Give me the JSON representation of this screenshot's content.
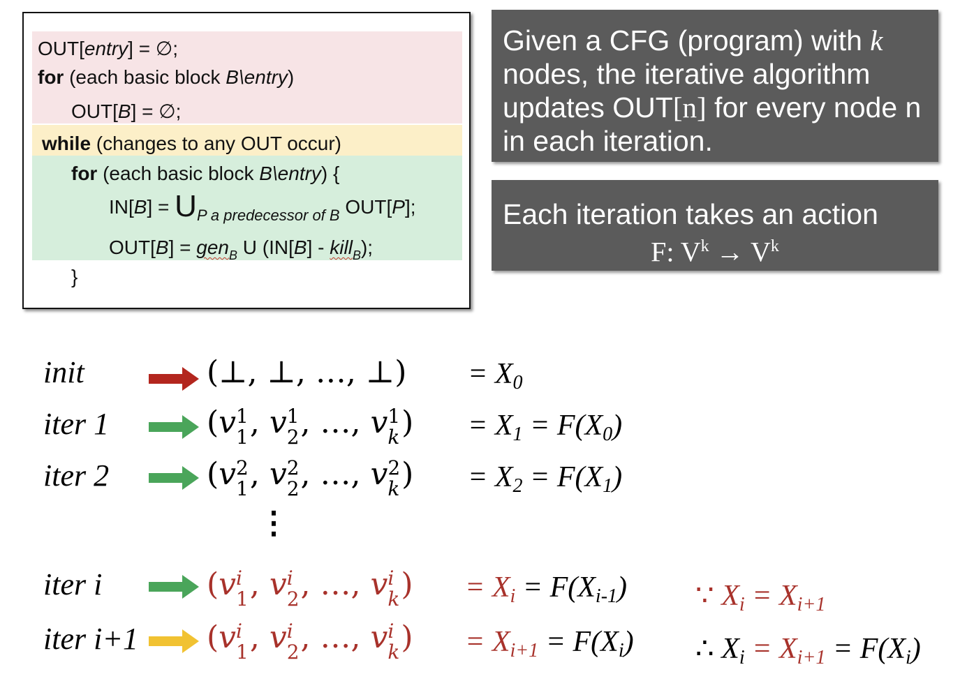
{
  "code": {
    "line1": {
      "a": "OUT[",
      "b": "entry",
      "c": "] = ∅;"
    },
    "line2": {
      "kw": "for",
      "a": " (each basic block ",
      "b": "B\\entry",
      "c": ")"
    },
    "line3": {
      "a": "OUT[",
      "b": "B",
      "c": "] = ∅;"
    },
    "line4": {
      "kw": "while",
      "a": " (changes to any OUT occur)"
    },
    "line5": {
      "kw": "for",
      "a": " (each basic block ",
      "b": "B\\entry",
      "c": ") {"
    },
    "line6": {
      "a": "IN[",
      "b": "B",
      "c": "] = ",
      "union": "U",
      "sub": "P a predecessor of B",
      "d": " OUT[",
      "e": "P",
      "f": "];"
    },
    "line7": {
      "a": "OUT[",
      "b": "B",
      "c": "] = ",
      "gen": "gen",
      "gen_sub": "B",
      "d": " U (IN[",
      "e": "B",
      "f": "] - ",
      "kill": "kill",
      "kill_sub": "B",
      "g": ");"
    },
    "line8": "}"
  },
  "note1": {
    "p1": "Given a CFG (program) with ",
    "k": "k",
    "p2": " nodes, the iterative algorithm updates OUT",
    "n": "[n]",
    "p3": " for every node n in each iteration."
  },
  "note2": {
    "line1": "Each iteration takes an action",
    "formula": {
      "a": "F: V",
      "sup1": "k",
      "b": " → V",
      "sup2": "k"
    }
  },
  "rows": [
    {
      "label": "init",
      "eq": "= X",
      "eq_sub": "0"
    },
    {
      "label": "iter 1",
      "eq": "= X",
      "eq_sub": "1",
      "eq2": " = F(X",
      "eq2_sub": "0",
      "eq2_end": ")"
    },
    {
      "label": "iter 2",
      "eq": "= X",
      "eq_sub": "2",
      "eq2": " = F(X",
      "eq2_sub": "1",
      "eq2_end": ")"
    },
    {
      "label": "iter i",
      "eq": "= X",
      "eq_sub": "i",
      "eq2": " = F(X",
      "eq2_sub": "i-1",
      "eq2_end": ")"
    },
    {
      "label": "iter i+1",
      "eq": "= X",
      "eq_sub": "i+1",
      "eq2": " = F(X",
      "eq2_sub": "i",
      "eq2_end": ")"
    }
  ],
  "tuple_init": "(⊥,  ⊥,  …,  ⊥)",
  "tuple_v": "v",
  "tuple_subs": [
    "1",
    "2",
    "k"
  ],
  "tuple_sup": {
    "iter1": "1",
    "iter2": "2",
    "iteri": "i",
    "iteri1": "i"
  },
  "ellipsis": "⋮",
  "because": {
    "sym": "∵",
    "a": "X",
    "a_sub": "i",
    "b": " = X",
    "b_sub": "i+1"
  },
  "therefore": {
    "sym": "∴",
    "a": "X",
    "a_sub": "i",
    "b": " = X",
    "b_sub": "i+1",
    "c": " = F(X",
    "c_sub": "i",
    "c_end": ")"
  },
  "colors": {
    "red": "#a8322b",
    "green": "#4aa55a",
    "yellow": "#f1c232",
    "arrow_red": "#b3261e",
    "note_bg": "#5b5b5b"
  }
}
